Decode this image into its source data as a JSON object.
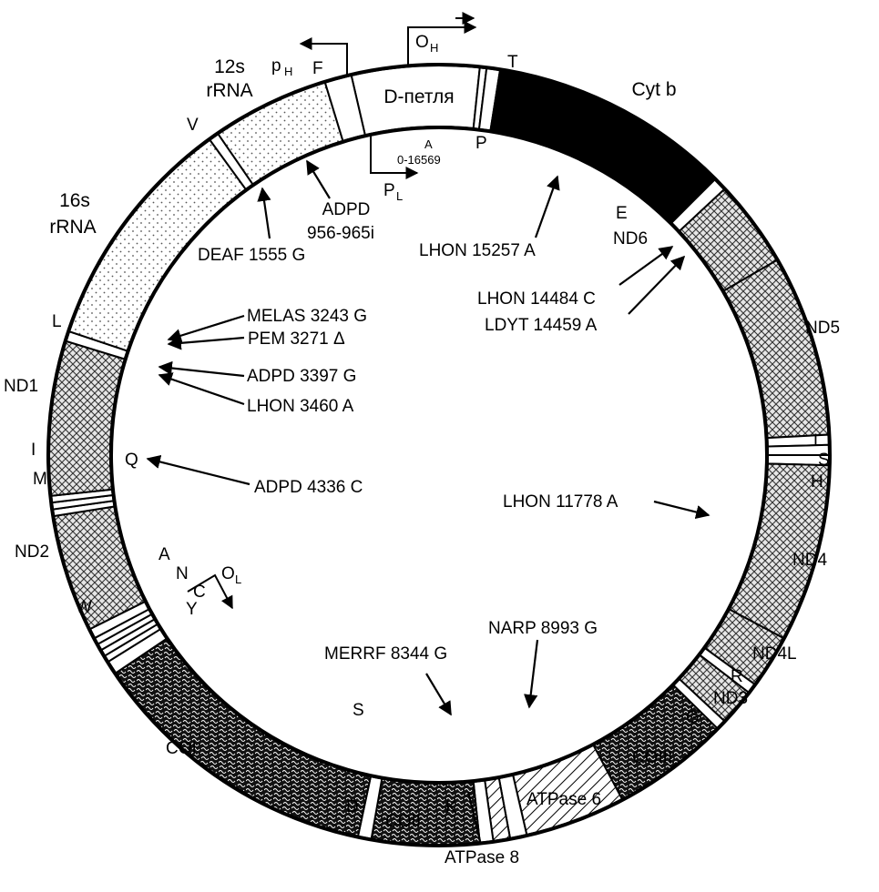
{
  "genome_labels": {
    "rrna12": [
      "12s",
      "rRNA"
    ],
    "rrna16": [
      "16s",
      "rRNA"
    ],
    "dloop": "D-петля",
    "cytb": "Cyt b",
    "nd1": "ND1",
    "nd2": "ND2",
    "nd3": "ND3",
    "nd4": "ND4",
    "nd4l": "ND4L",
    "nd5": "ND5",
    "nd6": "ND6",
    "co1": "COI",
    "co2": "COII",
    "co3": "COIII",
    "atp6": "ATPase 6",
    "atp8": "ATPase 8"
  },
  "trna_labels": {
    "F": "F",
    "V": "V",
    "L1": "L",
    "I": "I",
    "Q": "Q",
    "M": "M",
    "W": "W",
    "A": "A",
    "N": "N",
    "C": "C",
    "Y": "Y",
    "S1": "S",
    "D": "D",
    "K": "K",
    "G": "G",
    "R": "R",
    "H": "H",
    "S2": "S",
    "L2": "L",
    "E": "E",
    "T": "T",
    "P": "P"
  },
  "origins": {
    "oh": "O",
    "oh_sub": "H",
    "ph": "p",
    "ph_sub": "H",
    "pl": "P",
    "pl_sub": "L",
    "ol": "O",
    "ol_sub": "L",
    "origin_a": "A",
    "origin_coord": "0-16569"
  },
  "mutations": [
    "MELAS 3243 G",
    "PEM 3271 Δ",
    "ADPD 3397 G",
    "LHON 3460 A",
    "ADPD 4336 C",
    "DEAF 1555 G",
    [
      "ADPD",
      "956-965i"
    ],
    "LHON 15257 A",
    "LHON 14484 C",
    "LDYT 14459 A",
    "LHON 11778 A",
    "MERRF 8344 G",
    "NARP 8993 G"
  ]
}
